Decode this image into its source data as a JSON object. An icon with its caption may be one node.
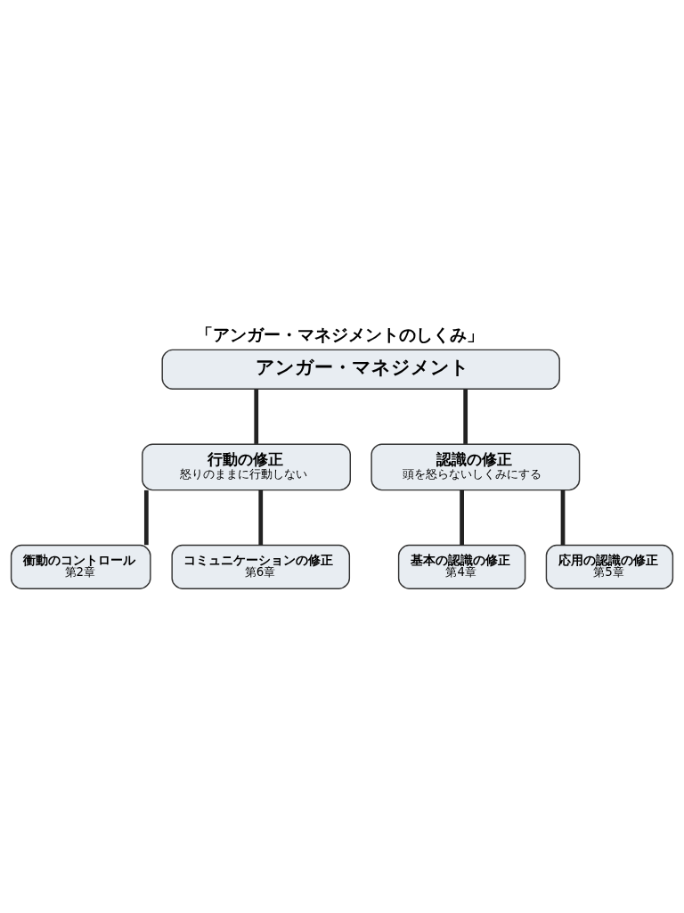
{
  "diagram": {
    "title": "「アンガー・マネジメントのしくみ」",
    "nodes": [
      {
        "text": [
          "アンガー・マネジメント"
        ]
      },
      {
        "text": [
          "行動の修正",
          "怒りのままに行動しない"
        ]
      },
      {
        "text": [
          "認識の修正",
          "頭を怒らないしくみにする"
        ]
      },
      {
        "text": [
          "衝動のコントロール",
          "第2章"
        ]
      },
      {
        "text": [
          "コミュニケーションの修正",
          "第6章"
        ]
      },
      {
        "text": [
          "基本の認識の修正",
          "第4章"
        ]
      },
      {
        "text": [
          "応用の認識の修正",
          "第5章"
        ]
      }
    ],
    "edges": [
      {
        "from": 0,
        "to": 1,
        "arrow": "none"
      },
      {
        "from": 0,
        "to": 2,
        "arrow": "none"
      },
      {
        "from": 1,
        "to": 3,
        "arrow": "none"
      },
      {
        "from": 1,
        "to": 4,
        "arrow": "none"
      },
      {
        "from": 2,
        "to": 5,
        "arrow": "none"
      },
      {
        "from": 2,
        "to": 6,
        "arrow": "none"
      }
    ]
  }
}
